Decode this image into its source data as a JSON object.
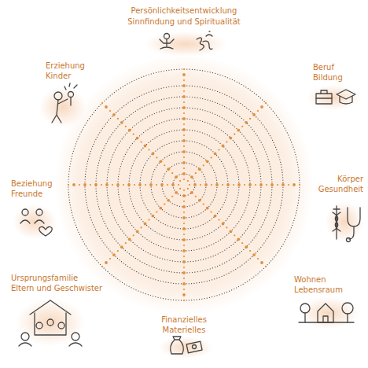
{
  "diagram": {
    "labels": [
      "Persönlichkeitsentwicklung",
      "Sinnfindung und Spiritualität",
      "Beruf",
      "Bildung",
      "Körper",
      "Gesundheit",
      "Wohnen",
      "Lebensraum",
      "Finanzielles",
      "Materielles",
      "Ursprungsfamilie",
      "Eltern und Geschwister",
      "Beziehung",
      "Freunde",
      "Erziehung",
      "Kinder"
    ]
  }
}
